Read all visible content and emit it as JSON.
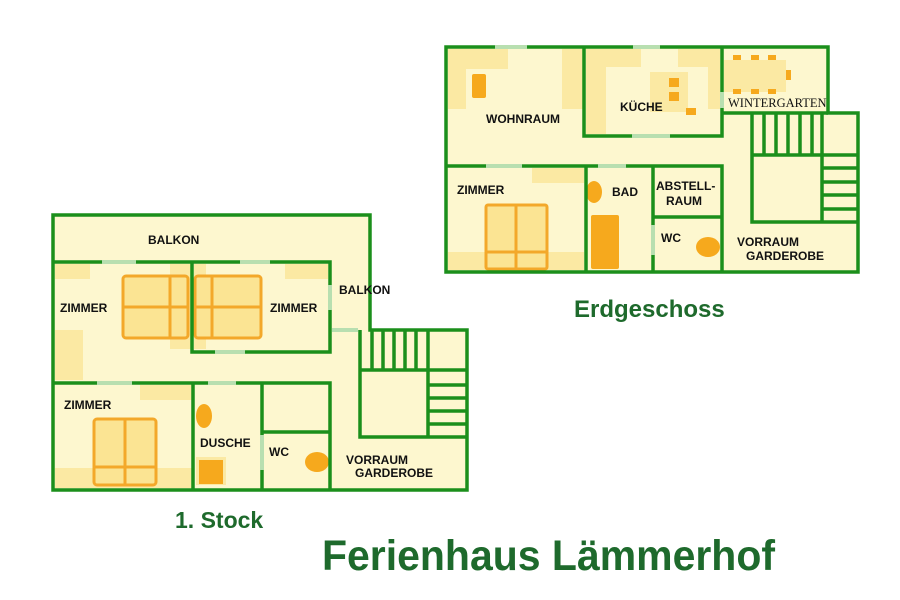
{
  "title": "Ferienhaus Lämmerhof",
  "colors": {
    "wall": "#1b8f1b",
    "floor": "#fdf7cf",
    "furniture": "#f6a91d",
    "title": "#1e6a2c"
  },
  "ground_floor": {
    "caption": "Erdgeschoss",
    "rooms": {
      "wohnraum": "WOHNRAUM",
      "kueche": "KÜCHE",
      "wintergarten": "WINTERGARTEN",
      "zimmer": "ZIMMER",
      "bad": "BAD",
      "abstell1": "ABSTELL-",
      "abstell2": "RAUM",
      "wc": "WC",
      "vorraum": "VORRAUM",
      "garderobe": "GARDEROBE"
    }
  },
  "first_floor": {
    "caption": "1. Stock",
    "rooms": {
      "balkon_top": "BALKON",
      "balkon_side": "BALKON",
      "zimmer_left": "ZIMMER",
      "zimmer_right": "ZIMMER",
      "zimmer_bottom": "ZIMMER",
      "dusche": "DUSCHE",
      "wc": "WC",
      "vorraum": "VORRAUM",
      "garderobe": "GARDEROBE"
    }
  }
}
